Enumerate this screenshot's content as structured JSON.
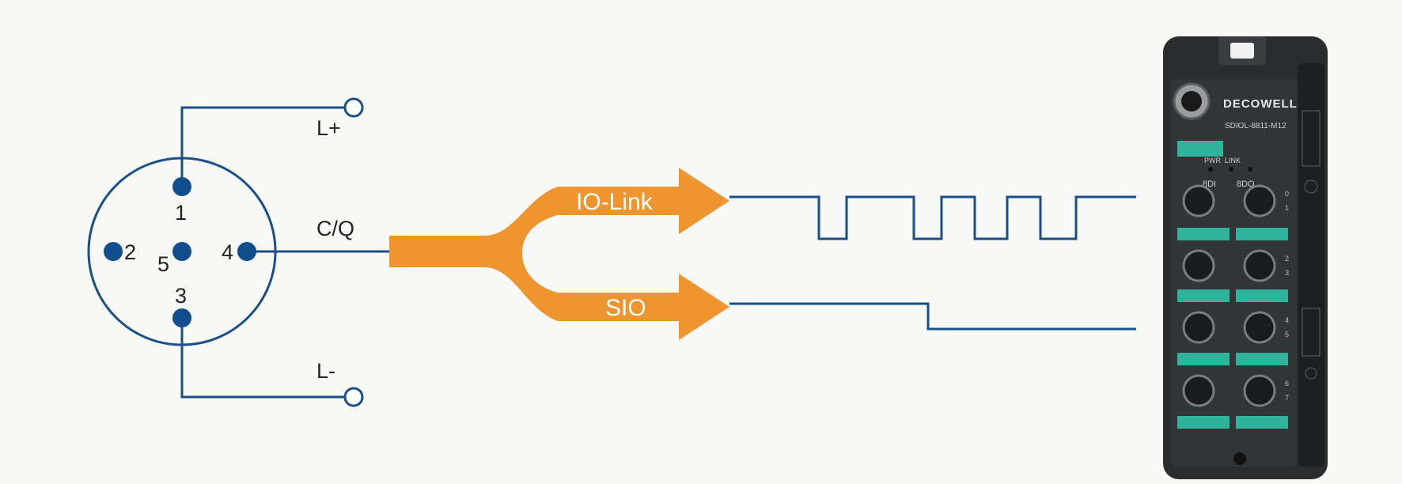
{
  "connector": {
    "pins": [
      {
        "number": "1",
        "role": "L+"
      },
      {
        "number": "2",
        "role": ""
      },
      {
        "number": "3",
        "role": "L-"
      },
      {
        "number": "4",
        "role": "C/Q"
      },
      {
        "number": "5",
        "role": ""
      }
    ],
    "labels": {
      "l_plus": "L+",
      "l_minus": "L-",
      "cq": "C/Q"
    }
  },
  "modes": {
    "io_link": "IO-Link",
    "sio": "SIO"
  },
  "device": {
    "brand": "DECOWELL",
    "model": "SDIOL-8811-M12",
    "led_labels": {
      "pwr": "PWR",
      "link": "LINK"
    },
    "port_group_labels": {
      "inputs": "8DI",
      "outputs": "8DO"
    },
    "port_numbers": [
      "0",
      "1",
      "2",
      "3",
      "4",
      "5",
      "6",
      "7"
    ]
  },
  "colors": {
    "wire": "#1a4f8a",
    "arrow": "#ee9530",
    "background": "#f8f8f6",
    "housing": "#2a2c2e",
    "label_strip": "#2fb39a"
  }
}
